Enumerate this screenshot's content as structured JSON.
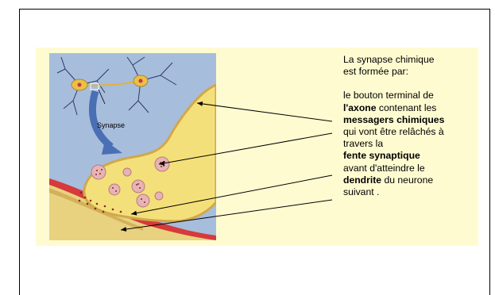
{
  "figure": {
    "synapse_label": "Synapse",
    "intro_1": "La synapse chimique",
    "intro_2": "est formée par:",
    "b1_pre": "le bouton terminal de",
    "b1_bold": "l'axone",
    "b1_post": " contenant les",
    "b2_bold": "messagers chimiques",
    "b3": "qui vont être relâchés à",
    "b4": "travers la",
    "b5_bold": "fente synaptique",
    "b6": "avant d'atteindre le",
    "b7_bold": "dendrite",
    "b7_post": " du neurone",
    "b8": "suivant ."
  },
  "colors": {
    "panel": "#fffbd1",
    "background_blue": "#a7bddc",
    "bouton_yellow": "#f4e07a",
    "vesicle": "#e6b4b4",
    "cleft_red": "#d63a3a",
    "arrow_blue": "#4a6fb5"
  }
}
